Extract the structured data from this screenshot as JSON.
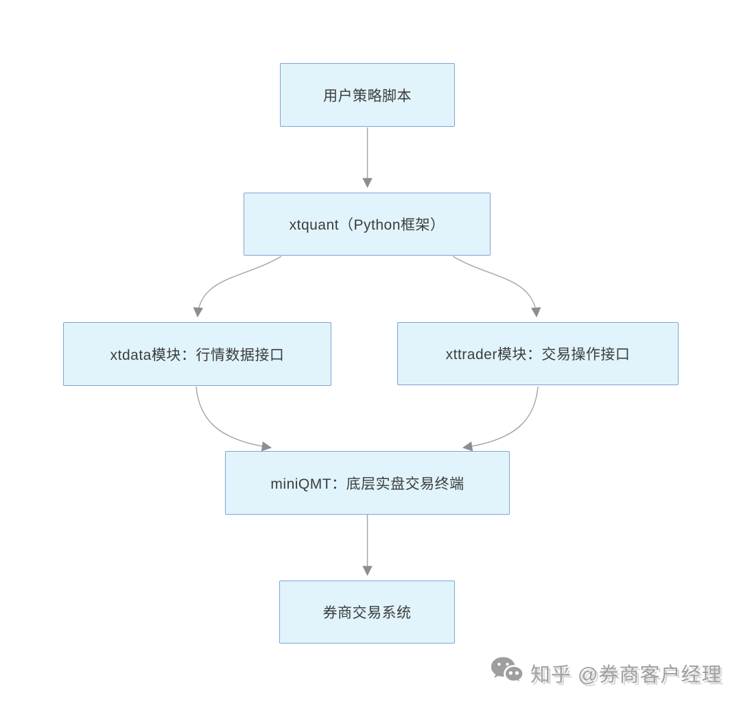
{
  "diagram": {
    "title": "miniQMT / xtquant architecture flowchart",
    "nodes": [
      {
        "id": "user-script",
        "label": "用户策略脚本"
      },
      {
        "id": "xtquant",
        "label": "xtquant（Python框架）"
      },
      {
        "id": "xtdata",
        "label": "xtdata模块：行情数据接口"
      },
      {
        "id": "xttrader",
        "label": "xttrader模块：交易操作接口"
      },
      {
        "id": "miniqmt",
        "label": "miniQMT：底层实盘交易终端"
      },
      {
        "id": "broker",
        "label": "券商交易系统"
      }
    ],
    "edges": [
      {
        "from": "user-script",
        "to": "xtquant"
      },
      {
        "from": "xtquant",
        "to": "xtdata"
      },
      {
        "from": "xtquant",
        "to": "xttrader"
      },
      {
        "from": "xtdata",
        "to": "miniqmt"
      },
      {
        "from": "xttrader",
        "to": "miniqmt"
      },
      {
        "from": "miniqmt",
        "to": "broker"
      }
    ],
    "colors": {
      "node_fill": "#e1f3fb",
      "node_border": "#7ca4d6",
      "node_text": "#3c3c3c",
      "connector_line": "#a6a6a6",
      "arrowhead": "#8e8e8e",
      "watermark": "#a0a0a0"
    }
  },
  "watermark": {
    "icon": "wechat-icon",
    "text": "知乎 @券商客户经理"
  }
}
